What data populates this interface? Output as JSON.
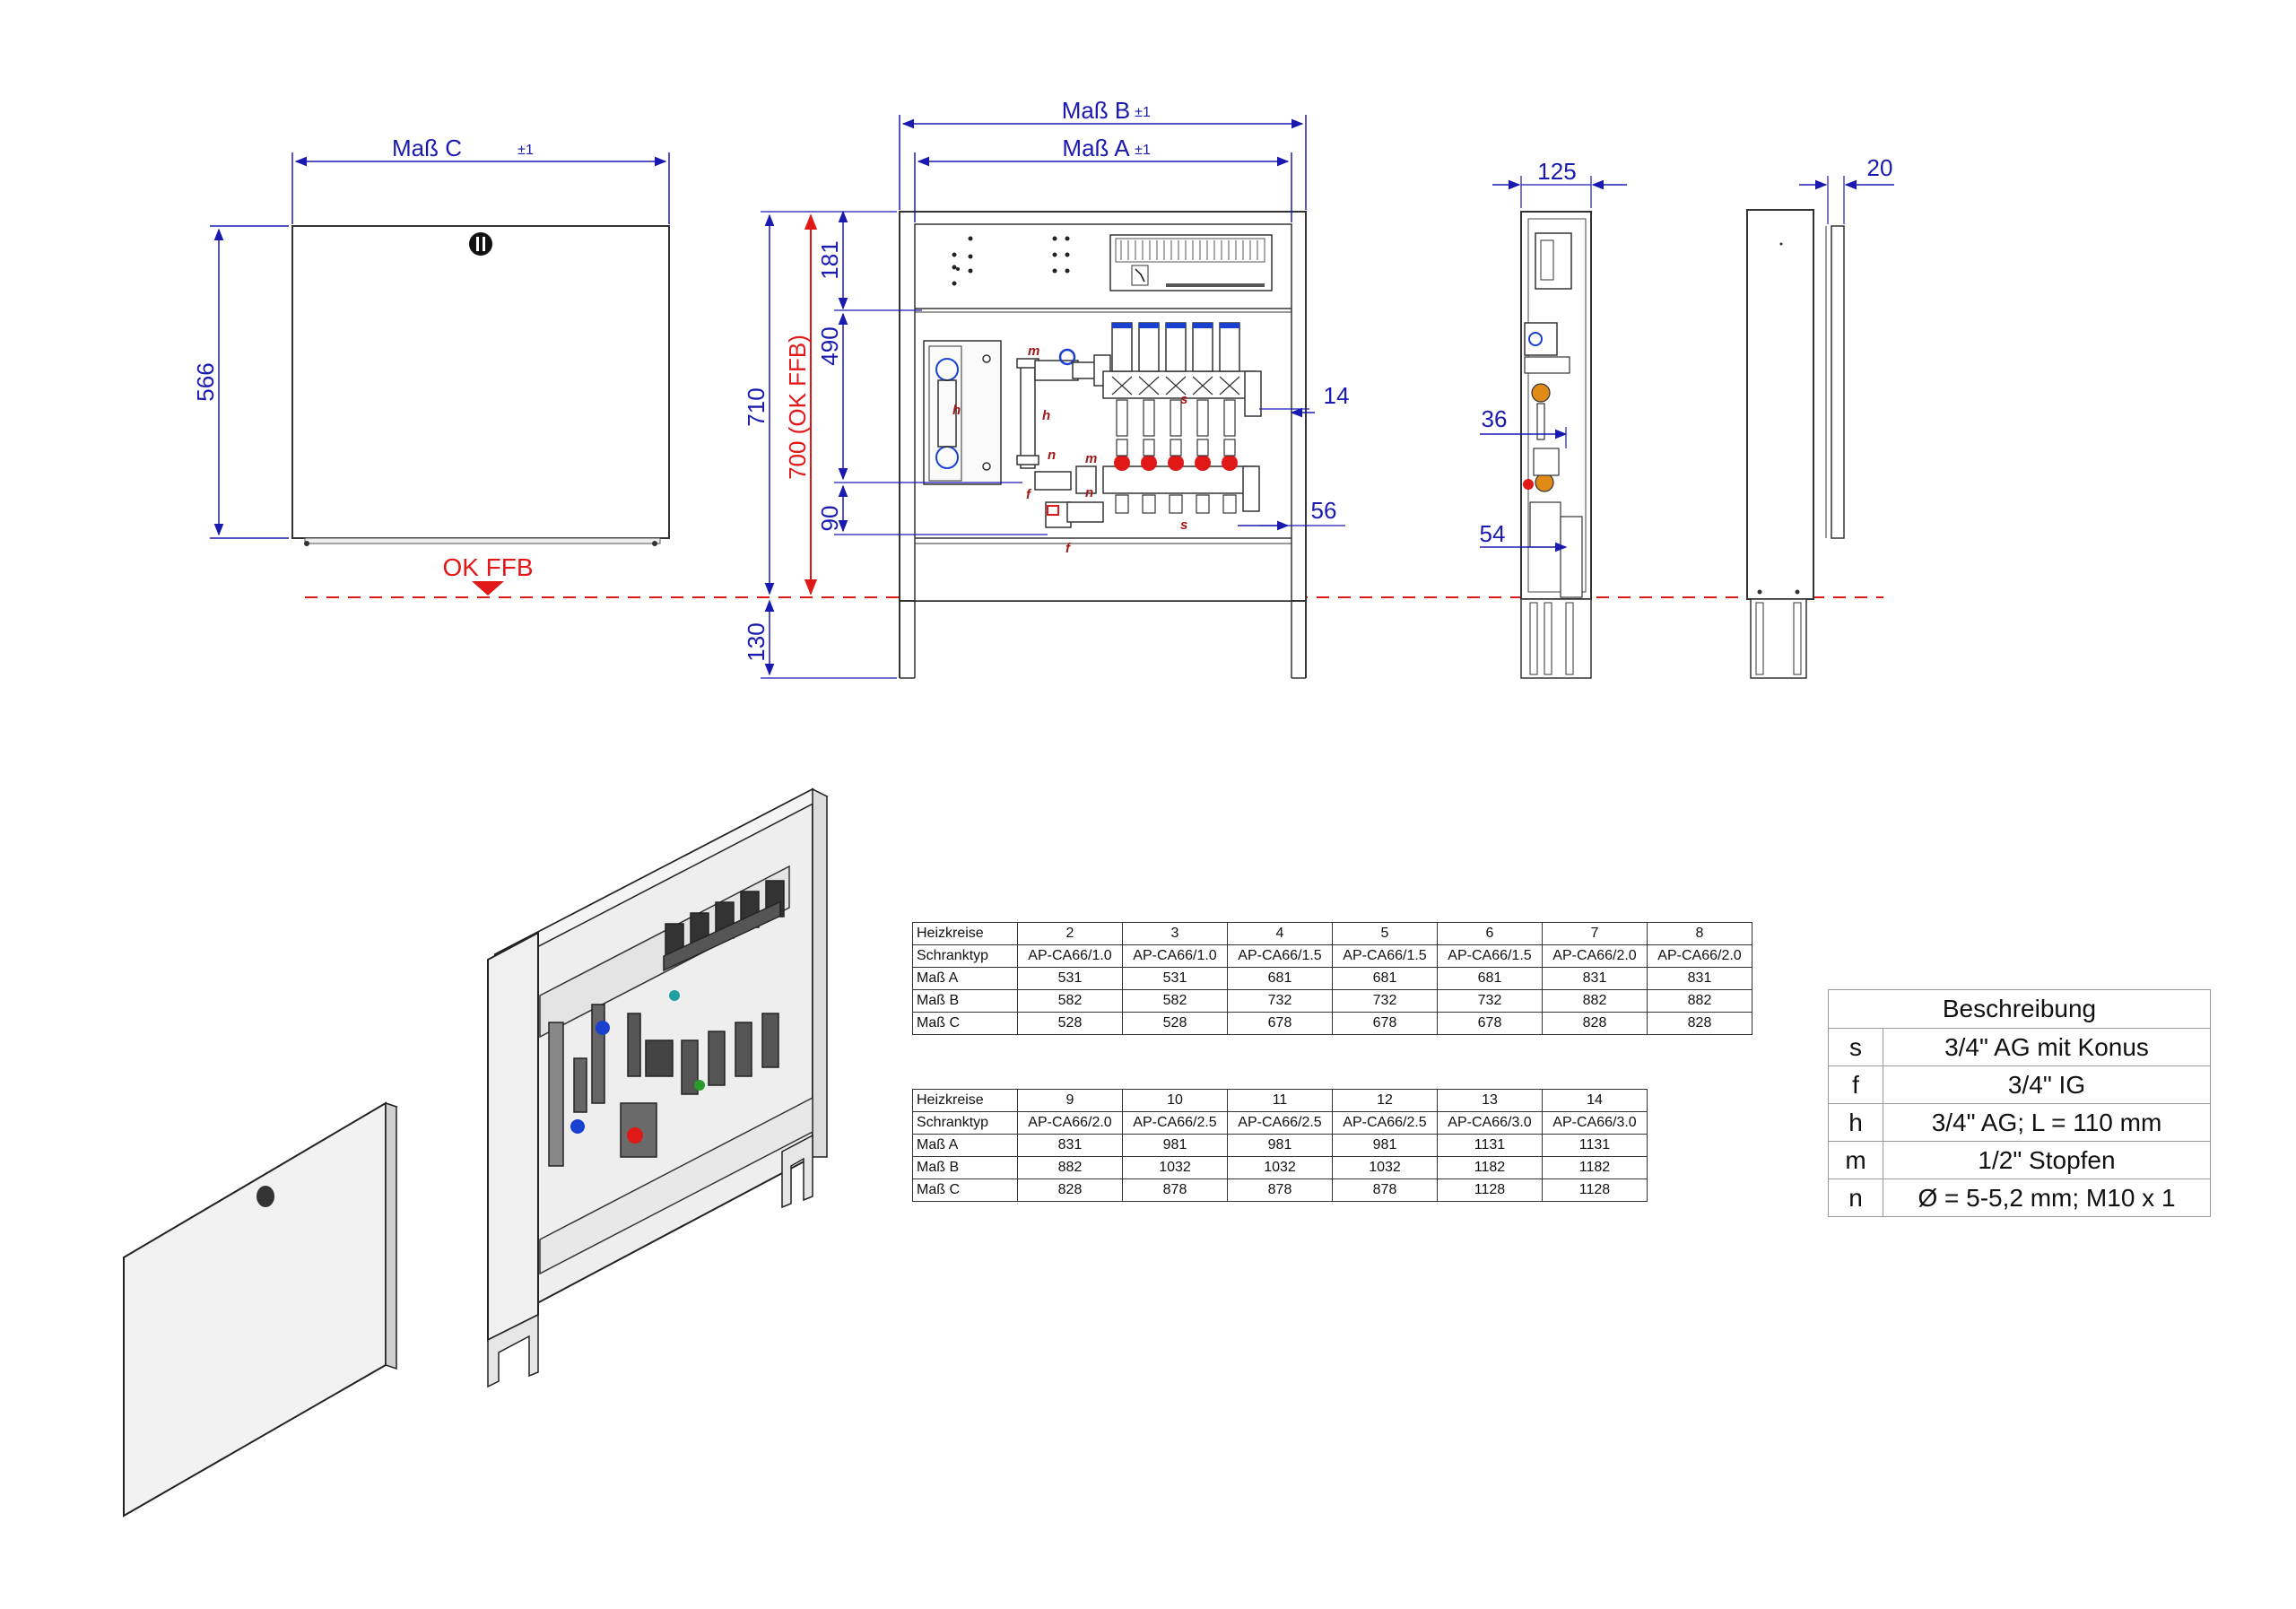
{
  "front_view": {
    "width_label": "Maß C",
    "width_tol": "±1",
    "height_label": "566",
    "floor_label": "OK FFB"
  },
  "main_view": {
    "outer_width_label": "Maß B",
    "outer_width_tol": "±1",
    "inner_width_label": "Maß A",
    "inner_width_tol": "±1",
    "dim_710": "710",
    "dim_700": "700 (OK FFB)",
    "dim_181": "181",
    "dim_490": "490",
    "dim_90": "90",
    "dim_130": "130",
    "dim_14": "14",
    "dim_56": "56",
    "callouts": {
      "m": "m",
      "h": "h",
      "n": "n",
      "f": "f",
      "s": "s"
    }
  },
  "side_view": {
    "depth_label": "125",
    "dim_36": "36",
    "dim_54": "54"
  },
  "back_view": {
    "depth_label": "20"
  },
  "table1": {
    "rows": [
      {
        "head": "Heizkreise",
        "cells": [
          "2",
          "3",
          "4",
          "5",
          "6",
          "7",
          "8"
        ]
      },
      {
        "head": "Schranktyp",
        "cells": [
          "AP-CA66/1.0",
          "AP-CA66/1.0",
          "AP-CA66/1.5",
          "AP-CA66/1.5",
          "AP-CA66/1.5",
          "AP-CA66/2.0",
          "AP-CA66/2.0"
        ]
      },
      {
        "head": "Maß A",
        "cells": [
          "531",
          "531",
          "681",
          "681",
          "681",
          "831",
          "831"
        ]
      },
      {
        "head": "Maß B",
        "cells": [
          "582",
          "582",
          "732",
          "732",
          "732",
          "882",
          "882"
        ]
      },
      {
        "head": "Maß C",
        "cells": [
          "528",
          "528",
          "678",
          "678",
          "678",
          "828",
          "828"
        ]
      }
    ]
  },
  "table2": {
    "rows": [
      {
        "head": "Heizkreise",
        "cells": [
          "9",
          "10",
          "11",
          "12",
          "13",
          "14"
        ]
      },
      {
        "head": "Schranktyp",
        "cells": [
          "AP-CA66/2.0",
          "AP-CA66/2.5",
          "AP-CA66/2.5",
          "AP-CA66/2.5",
          "AP-CA66/3.0",
          "AP-CA66/3.0"
        ]
      },
      {
        "head": "Maß A",
        "cells": [
          "831",
          "981",
          "981",
          "981",
          "1131",
          "1131"
        ]
      },
      {
        "head": "Maß B",
        "cells": [
          "882",
          "1032",
          "1032",
          "1032",
          "1182",
          "1182"
        ]
      },
      {
        "head": "Maß C",
        "cells": [
          "828",
          "878",
          "878",
          "878",
          "1128",
          "1128"
        ]
      }
    ]
  },
  "legend": {
    "title": "Beschreibung",
    "items": [
      {
        "key": "s",
        "desc": "3/4\" AG mit Konus"
      },
      {
        "key": "f",
        "desc": "3/4\" IG"
      },
      {
        "key": "h",
        "desc": "3/4\" AG; L = 110 mm"
      },
      {
        "key": "m",
        "desc": "1/2\" Stopfen"
      },
      {
        "key": "n",
        "desc": "Ø  = 5-5,2 mm; M10 x 1"
      }
    ]
  }
}
